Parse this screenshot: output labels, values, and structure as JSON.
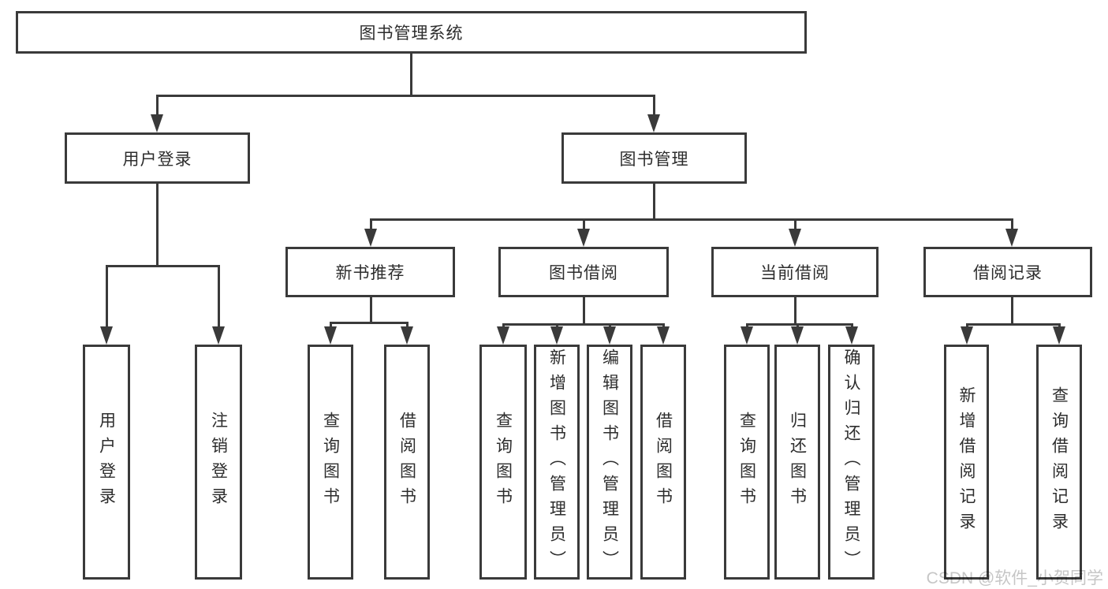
{
  "diagram": {
    "type": "hierarchy-diagram",
    "root": {
      "label": "图书管理系统"
    },
    "branches": [
      {
        "label": "用户登录",
        "children": [
          {
            "label": "用户登录"
          },
          {
            "label": "注销登录"
          }
        ]
      },
      {
        "label": "图书管理",
        "modules": [
          {
            "label": "新书推荐",
            "children": [
              {
                "label": "查询图书"
              },
              {
                "label": "借阅图书"
              }
            ]
          },
          {
            "label": "图书借阅",
            "children": [
              {
                "label": "查询图书"
              },
              {
                "label": "新增图书（管理员）"
              },
              {
                "label": "编辑图书（管理员）"
              },
              {
                "label": "借阅图书"
              }
            ]
          },
          {
            "label": "当前借阅",
            "children": [
              {
                "label": "查询图书"
              },
              {
                "label": "归还图书"
              },
              {
                "label": "确认归还（管理员）"
              }
            ]
          },
          {
            "label": "借阅记录",
            "children": [
              {
                "label": "新增借阅记录"
              },
              {
                "label": "查询借阅记录"
              }
            ]
          }
        ]
      }
    ]
  },
  "colors": {
    "line": "#3a3a3a",
    "text": "#2d2d2d",
    "background": "#ffffff",
    "watermark": "#c6c6c6"
  },
  "watermark": {
    "text": "CSDN @软件_小贺同学"
  }
}
